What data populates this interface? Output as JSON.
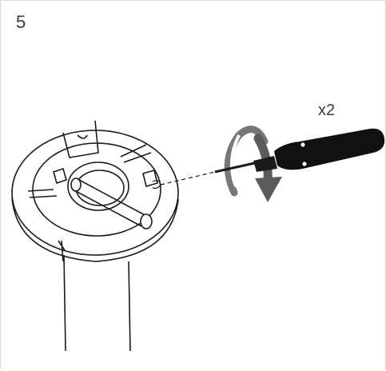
{
  "step": {
    "number": "5"
  },
  "instruction": {
    "quantity": "x2"
  },
  "icons": [
    "lamp-base-illustration",
    "screwdriver-icon",
    "rotation-arrow-icon"
  ],
  "colors": {
    "line": "#1a1a1a",
    "arrow": "#555555",
    "text": "#3a3a3a"
  }
}
